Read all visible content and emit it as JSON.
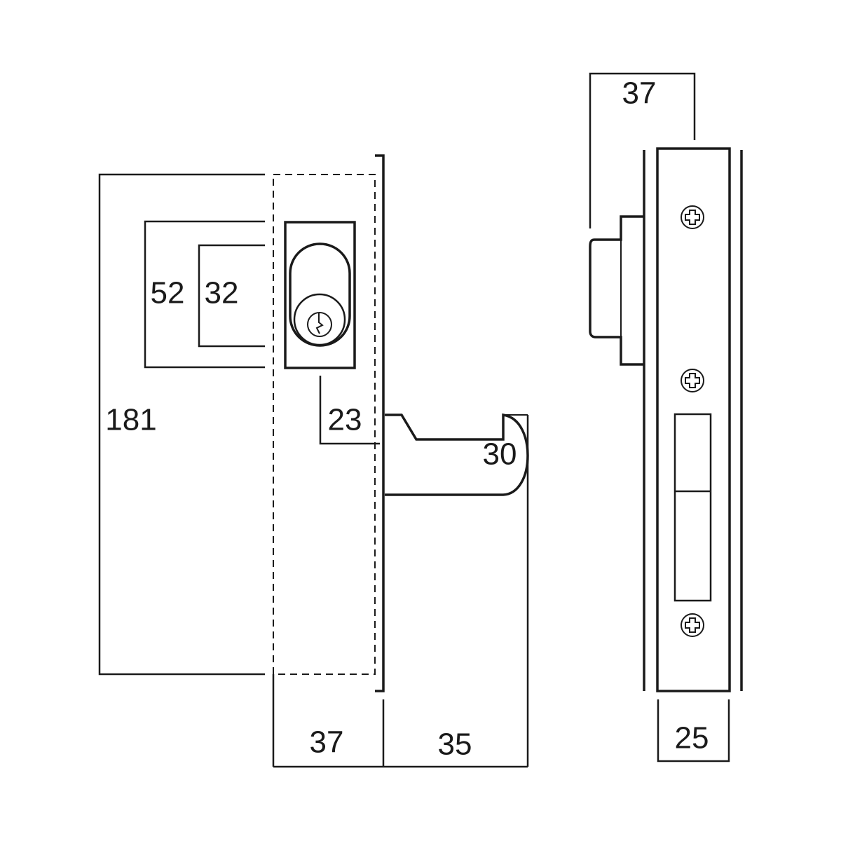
{
  "dimensions": {
    "overall_height": "181",
    "escutcheon_height": "52",
    "cylinder_height": "32",
    "cylinder_offset": "23",
    "handle_diameter": "30",
    "backset": "37",
    "handle_projection": "35",
    "side_depth": "37",
    "faceplate_width": "25"
  }
}
